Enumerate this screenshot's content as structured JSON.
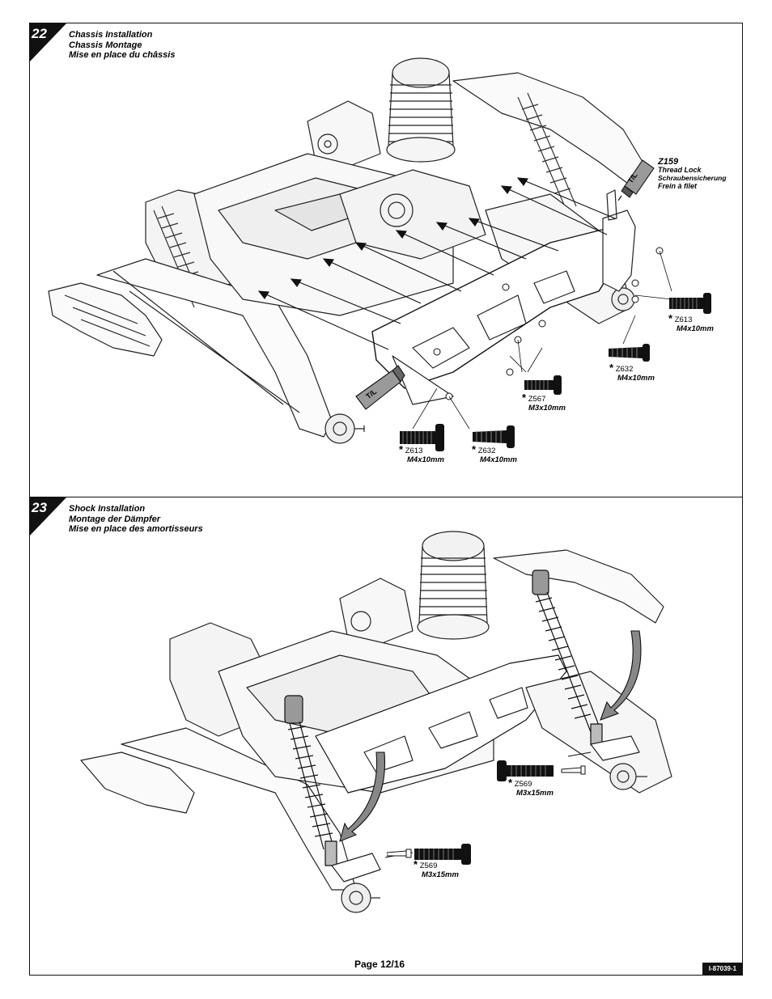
{
  "steps": [
    {
      "number": "22",
      "title_en": "Chassis Installation",
      "title_de": "Chassis Montage",
      "title_fr": "Mise en place du châssis",
      "parts": [
        {
          "code": "Z159",
          "name": "Thread Lock",
          "name_de": "Schraubensicherung",
          "name_fr": "Frein à filet",
          "tube_label": "T/L"
        },
        {
          "code": "Z613",
          "size": "M4x10mm"
        },
        {
          "code": "Z632",
          "size": "M4x10mm"
        },
        {
          "code": "Z567",
          "size": "M3x10mm"
        },
        {
          "code": "Z613",
          "size": "M4x10mm"
        },
        {
          "code": "Z632",
          "size": "M4x10mm"
        }
      ],
      "left_tube_label": "T/L"
    },
    {
      "number": "23",
      "title_en": "Shock Installation",
      "title_de": "Montage der Dämpfer",
      "title_fr": "Mise en place des amortisseurs",
      "parts": [
        {
          "code": "Z569",
          "size": "M3x15mm"
        },
        {
          "code": "Z569",
          "size": "M3x15mm"
        }
      ]
    }
  ],
  "footer": {
    "page": "Page  12/16",
    "doc_code": "I-87039-1"
  },
  "star": "*",
  "icons": {
    "step_badge": "black-corner-triangle",
    "screw": "screw-icon",
    "thread_lock": "thread-lock-tube-icon"
  }
}
